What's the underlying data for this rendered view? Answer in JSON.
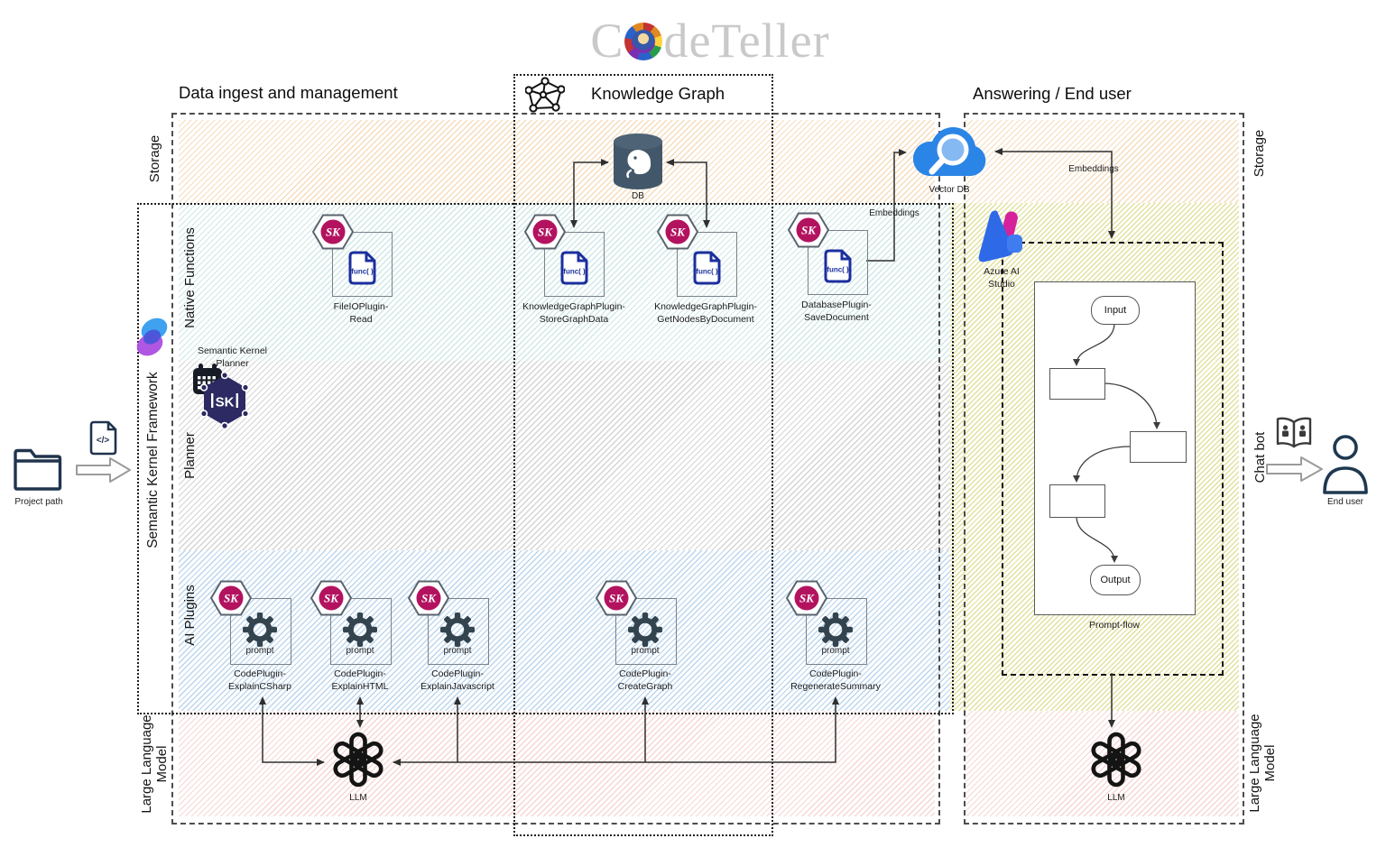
{
  "title": {
    "prefix": "C",
    "suffix": "deTeller"
  },
  "headers": {
    "data_ingest": "Data ingest and management",
    "knowledge_graph": "Knowledge Graph",
    "answering": "Answering / End user"
  },
  "side_labels": {
    "storage_left": "Storage",
    "storage_right": "Storage",
    "semantic_kernel_framework": "Semantic Kernel Framework",
    "native_functions": "Native Functions",
    "planner": "Planner",
    "ai_plugins": "AI Plugins",
    "llm_left": "Large Language\nModel",
    "llm_right": "Large Language\nModel",
    "chat_bot": "Chat bot"
  },
  "badges": {
    "sk": "SK",
    "func": "func( )",
    "prompt": "prompt"
  },
  "storage_items": {
    "db": "DB",
    "vector_db": "Vector DB"
  },
  "planner": {
    "label": "Semantic Kernel\nPlanner",
    "hex_text": "SK"
  },
  "native_functions": {
    "items": [
      {
        "label": "FileIOPlugin-\nRead"
      },
      {
        "label": "KnowledgeGraphPlugin-\nStoreGraphData"
      },
      {
        "label": "KnowledgeGraphPlugin-\nGetNodesByDocument"
      },
      {
        "label": "DatabasePlugin-\nSaveDocument"
      }
    ]
  },
  "ai_plugins": {
    "items": [
      {
        "label": "CodePlugin-\nExplainCSharp"
      },
      {
        "label": "CodePlugin-\nExplainHTML"
      },
      {
        "label": "CodePlugin-\nExplainJavascript"
      },
      {
        "label": "CodePlugin-\nCreateGraph"
      },
      {
        "label": "CodePlugin-\nRegenerateSummary"
      }
    ]
  },
  "llm": {
    "left_label": "LLM",
    "right_label": "LLM"
  },
  "azure": {
    "label": "Azure AI\nStudio"
  },
  "prompt_flow": {
    "input": "Input",
    "output": "Output",
    "caption": "Prompt-flow"
  },
  "edges": {
    "embeddings_left": "Embeddings",
    "embeddings_right": "Embeddings"
  },
  "left_flow": {
    "label": "Project path",
    "code_glyph": "</>"
  },
  "right_flow": {
    "label": "End user"
  },
  "colors": {
    "accent_crimson": "#b3125f",
    "func_navy": "#1b2f9e",
    "gear_slate": "#33444f",
    "cloud_blue": "#2b85e6",
    "title_gray": "#c9c9c9"
  }
}
